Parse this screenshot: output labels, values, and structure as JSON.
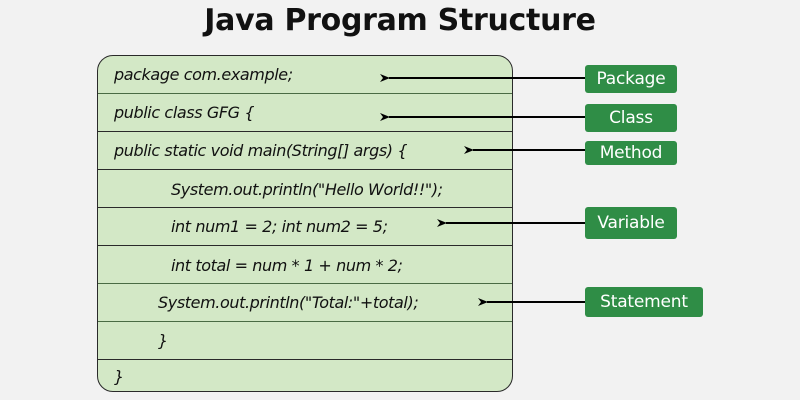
{
  "title": "Java Program Structure",
  "code_lines": [
    {
      "text": "package com.example;",
      "label": "Package"
    },
    {
      "text": "public class GFG {",
      "label": "Class"
    },
    {
      "text": "public static void main(String[] args) {",
      "label": "Method"
    },
    {
      "text": "System.out.println(\"Hello World!!\");",
      "label": null
    },
    {
      "text": "int num1 = 2; int num2 = 5;",
      "label": "Variable"
    },
    {
      "text": "int total = num * 1 + num * 2;",
      "label": null
    },
    {
      "text": "System.out.println(\"Total:\"+total);",
      "label": "Statement"
    },
    {
      "text": "}",
      "label": null
    },
    {
      "text": "}",
      "label": null
    }
  ],
  "labels": {
    "package": "Package",
    "class": "Class",
    "method": "Method",
    "variable": "Variable",
    "statement": "Statement"
  },
  "colors": {
    "background": "#f2f2f2",
    "code_box": "#d3e8c6",
    "tag": "#2f8d46",
    "tag_text": "#ffffff",
    "arrow": "#000000"
  }
}
